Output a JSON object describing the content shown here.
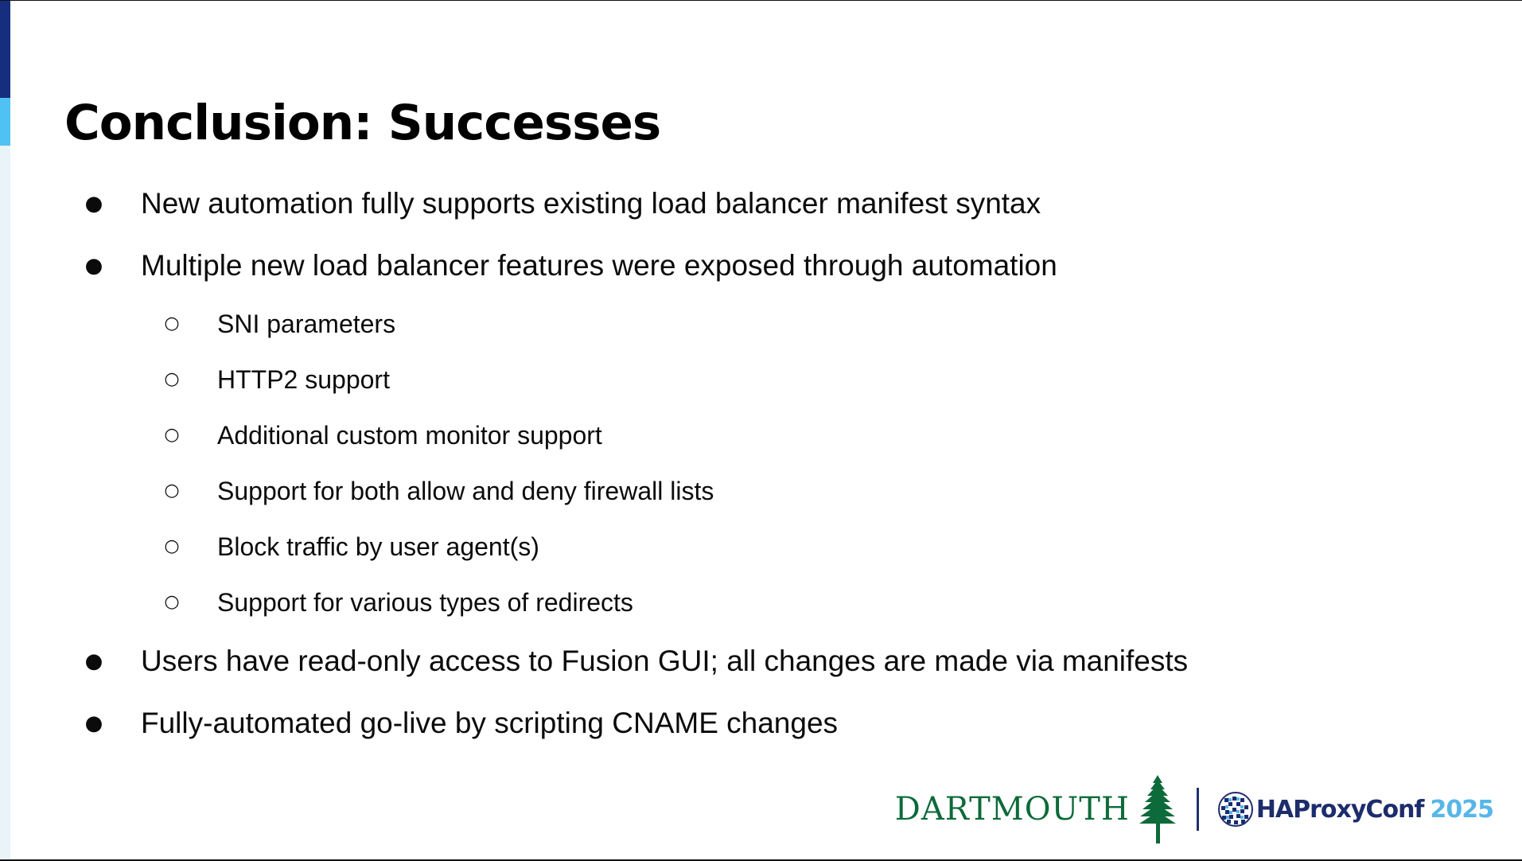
{
  "slide": {
    "title": "Conclusion: Successes",
    "bullets": [
      {
        "marker": "●",
        "text": "New automation fully supports existing load balancer manifest syntax"
      },
      {
        "marker": "●",
        "text": "Multiple new load balancer features were exposed through automation"
      },
      {
        "marker": "○",
        "text": "SNI parameters"
      },
      {
        "marker": "○",
        "text": "HTTP2 support"
      },
      {
        "marker": "○",
        "text": "Additional custom monitor support"
      },
      {
        "marker": "○",
        "text": "Support for both allow and deny firewall lists"
      },
      {
        "marker": "○",
        "text": "Block traffic by user agent(s)"
      },
      {
        "marker": "○",
        "text": "Support for various types of redirects"
      },
      {
        "marker": "●",
        "text": "Users have read-only access to Fusion GUI; all changes are made via manifests"
      },
      {
        "marker": "●",
        "text": "Fully-automated go-live by scripting CNAME changes"
      }
    ]
  },
  "footer": {
    "dartmouth_logo_text": "DARTMOUTH",
    "dartmouth_icon": "pine-tree-icon",
    "conference_icon": "haproxy-globe-icon",
    "conference_name": "HAProxyConf",
    "conference_year": "2025"
  },
  "colors": {
    "accent_navy": "#162e7d",
    "accent_blue": "#4fc1f3",
    "accent_pale": "#eaf3f8",
    "dartmouth_green": "#0d6a3a",
    "haproxy_navy": "#1c2c6c",
    "haproxy_blue": "#56b6e8"
  }
}
